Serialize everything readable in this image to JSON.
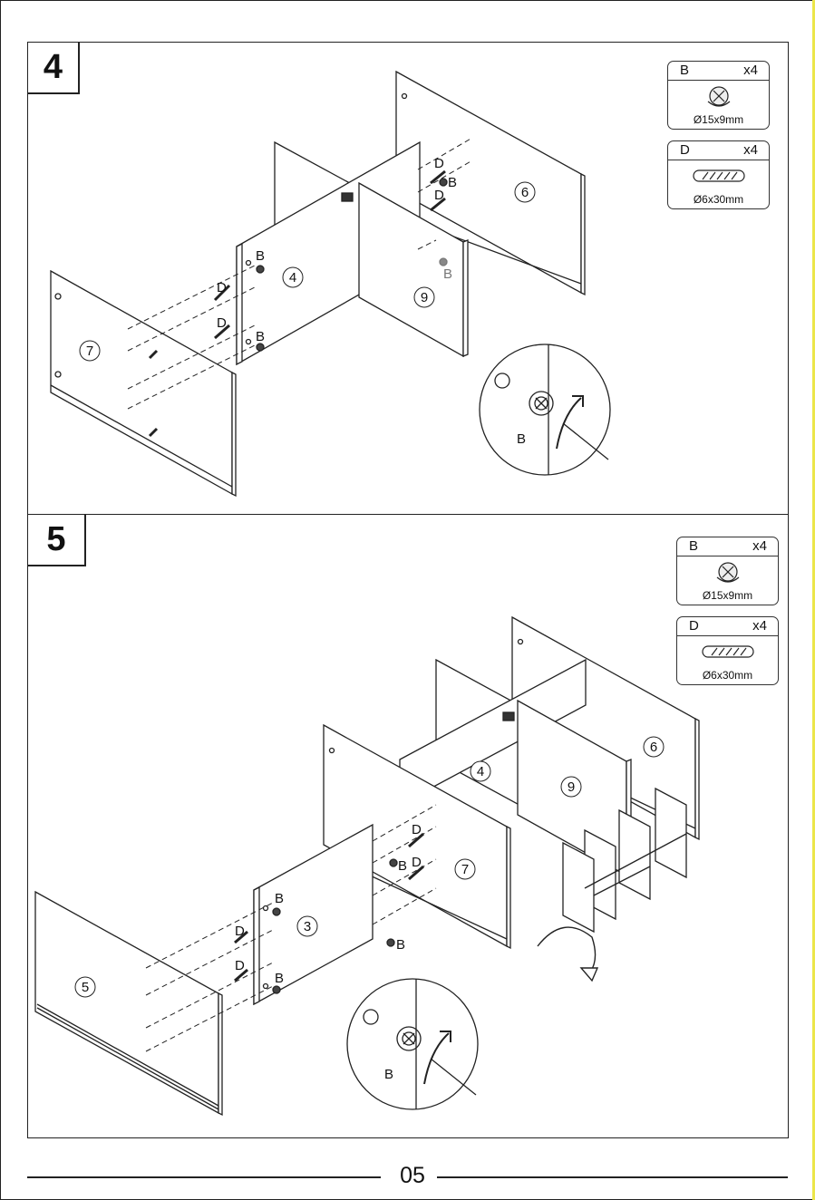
{
  "page": {
    "number": "05"
  },
  "step4": {
    "number": "4",
    "hardware": [
      {
        "letter": "B",
        "qty": "x4",
        "size": "Ø15x9mm",
        "icon": "cam-lock-icon"
      },
      {
        "letter": "D",
        "qty": "x4",
        "size": "Ø6x30mm",
        "icon": "wood-dowel-icon"
      }
    ],
    "panels": [
      "7",
      "4",
      "9",
      "6"
    ],
    "callouts": [
      "B",
      "D",
      "B",
      "D",
      "B",
      "D",
      "D",
      "B"
    ],
    "detail_label": "B"
  },
  "step5": {
    "number": "5",
    "hardware": [
      {
        "letter": "B",
        "qty": "x4",
        "size": "Ø15x9mm",
        "icon": "cam-lock-icon"
      },
      {
        "letter": "D",
        "qty": "x4",
        "size": "Ø6x30mm",
        "icon": "wood-dowel-icon"
      }
    ],
    "panels": [
      "5",
      "3",
      "7",
      "4",
      "9",
      "6"
    ],
    "callouts": [
      "B",
      "D",
      "D",
      "B",
      "D",
      "B",
      "D",
      "B"
    ],
    "detail_label": "B"
  },
  "colors": {
    "line": "#222222",
    "accent": "#ece64a"
  }
}
